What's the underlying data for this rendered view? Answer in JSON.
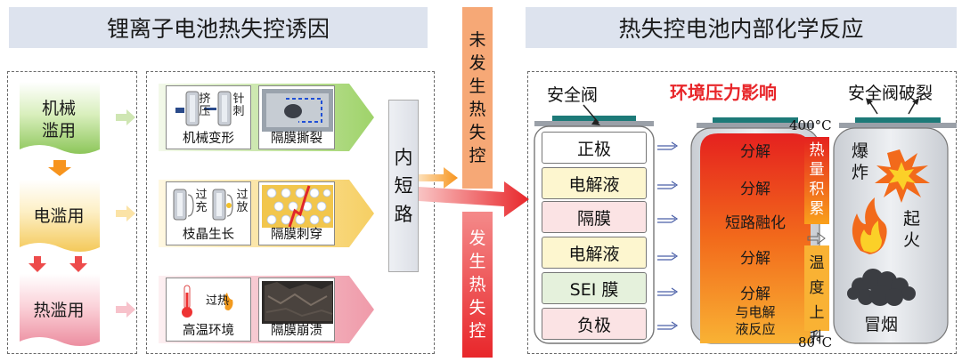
{
  "left_title": "锂离子电池热失控诱因",
  "right_title": "热失控电池内部化学反应",
  "abuse_types": [
    "机械\n滥用",
    "电滥用",
    "热滥用"
  ],
  "causes": {
    "mechanical": {
      "squeeze": "挤\n压",
      "pierce": "针\n刺",
      "deform_label": "机械变形",
      "tear_label": "隔膜撕裂"
    },
    "electrical": {
      "overcharge": "过\n充",
      "overdischarge": "过\n放",
      "dendrite_label": "枝晶生长",
      "puncture_label": "隔膜刺穿"
    },
    "thermal": {
      "overheat": "过热",
      "env_label": "高温环境",
      "collapse_label": "隔膜崩溃"
    }
  },
  "short_circuit": "内\n短\n路",
  "no_runaway": "未\n发\n生\n热\n失\n控",
  "runaway": "发\n生\n热\n失\n控",
  "safety_valve": "安全阀",
  "env_pressure": "环境压力影响",
  "valve_burst": "安全阀破裂",
  "temp_high": "400°C",
  "temp_low": "80°C",
  "layers": [
    "正极",
    "电解液",
    "隔膜",
    "电解液",
    "SEI 膜",
    "负极"
  ],
  "reactions": [
    "分解",
    "分解",
    "短路融化",
    "分解",
    "分解",
    "与电解\n液反应"
  ],
  "heat_accum": "热\n量\n积\n累",
  "temp_rise": "温\n度\n上\n升",
  "explosion": "爆\n炸",
  "fire": "起\n火",
  "smoke": "冒烟",
  "colors": {
    "title_bg": "#dde3ee",
    "mech_green": "#8cc63f",
    "elec_yellow": "#f5c242",
    "therm_pink": "#e8758a",
    "orange": "#f7941d",
    "red": "#e8262a",
    "runaway_pink": "#f48a8a"
  }
}
